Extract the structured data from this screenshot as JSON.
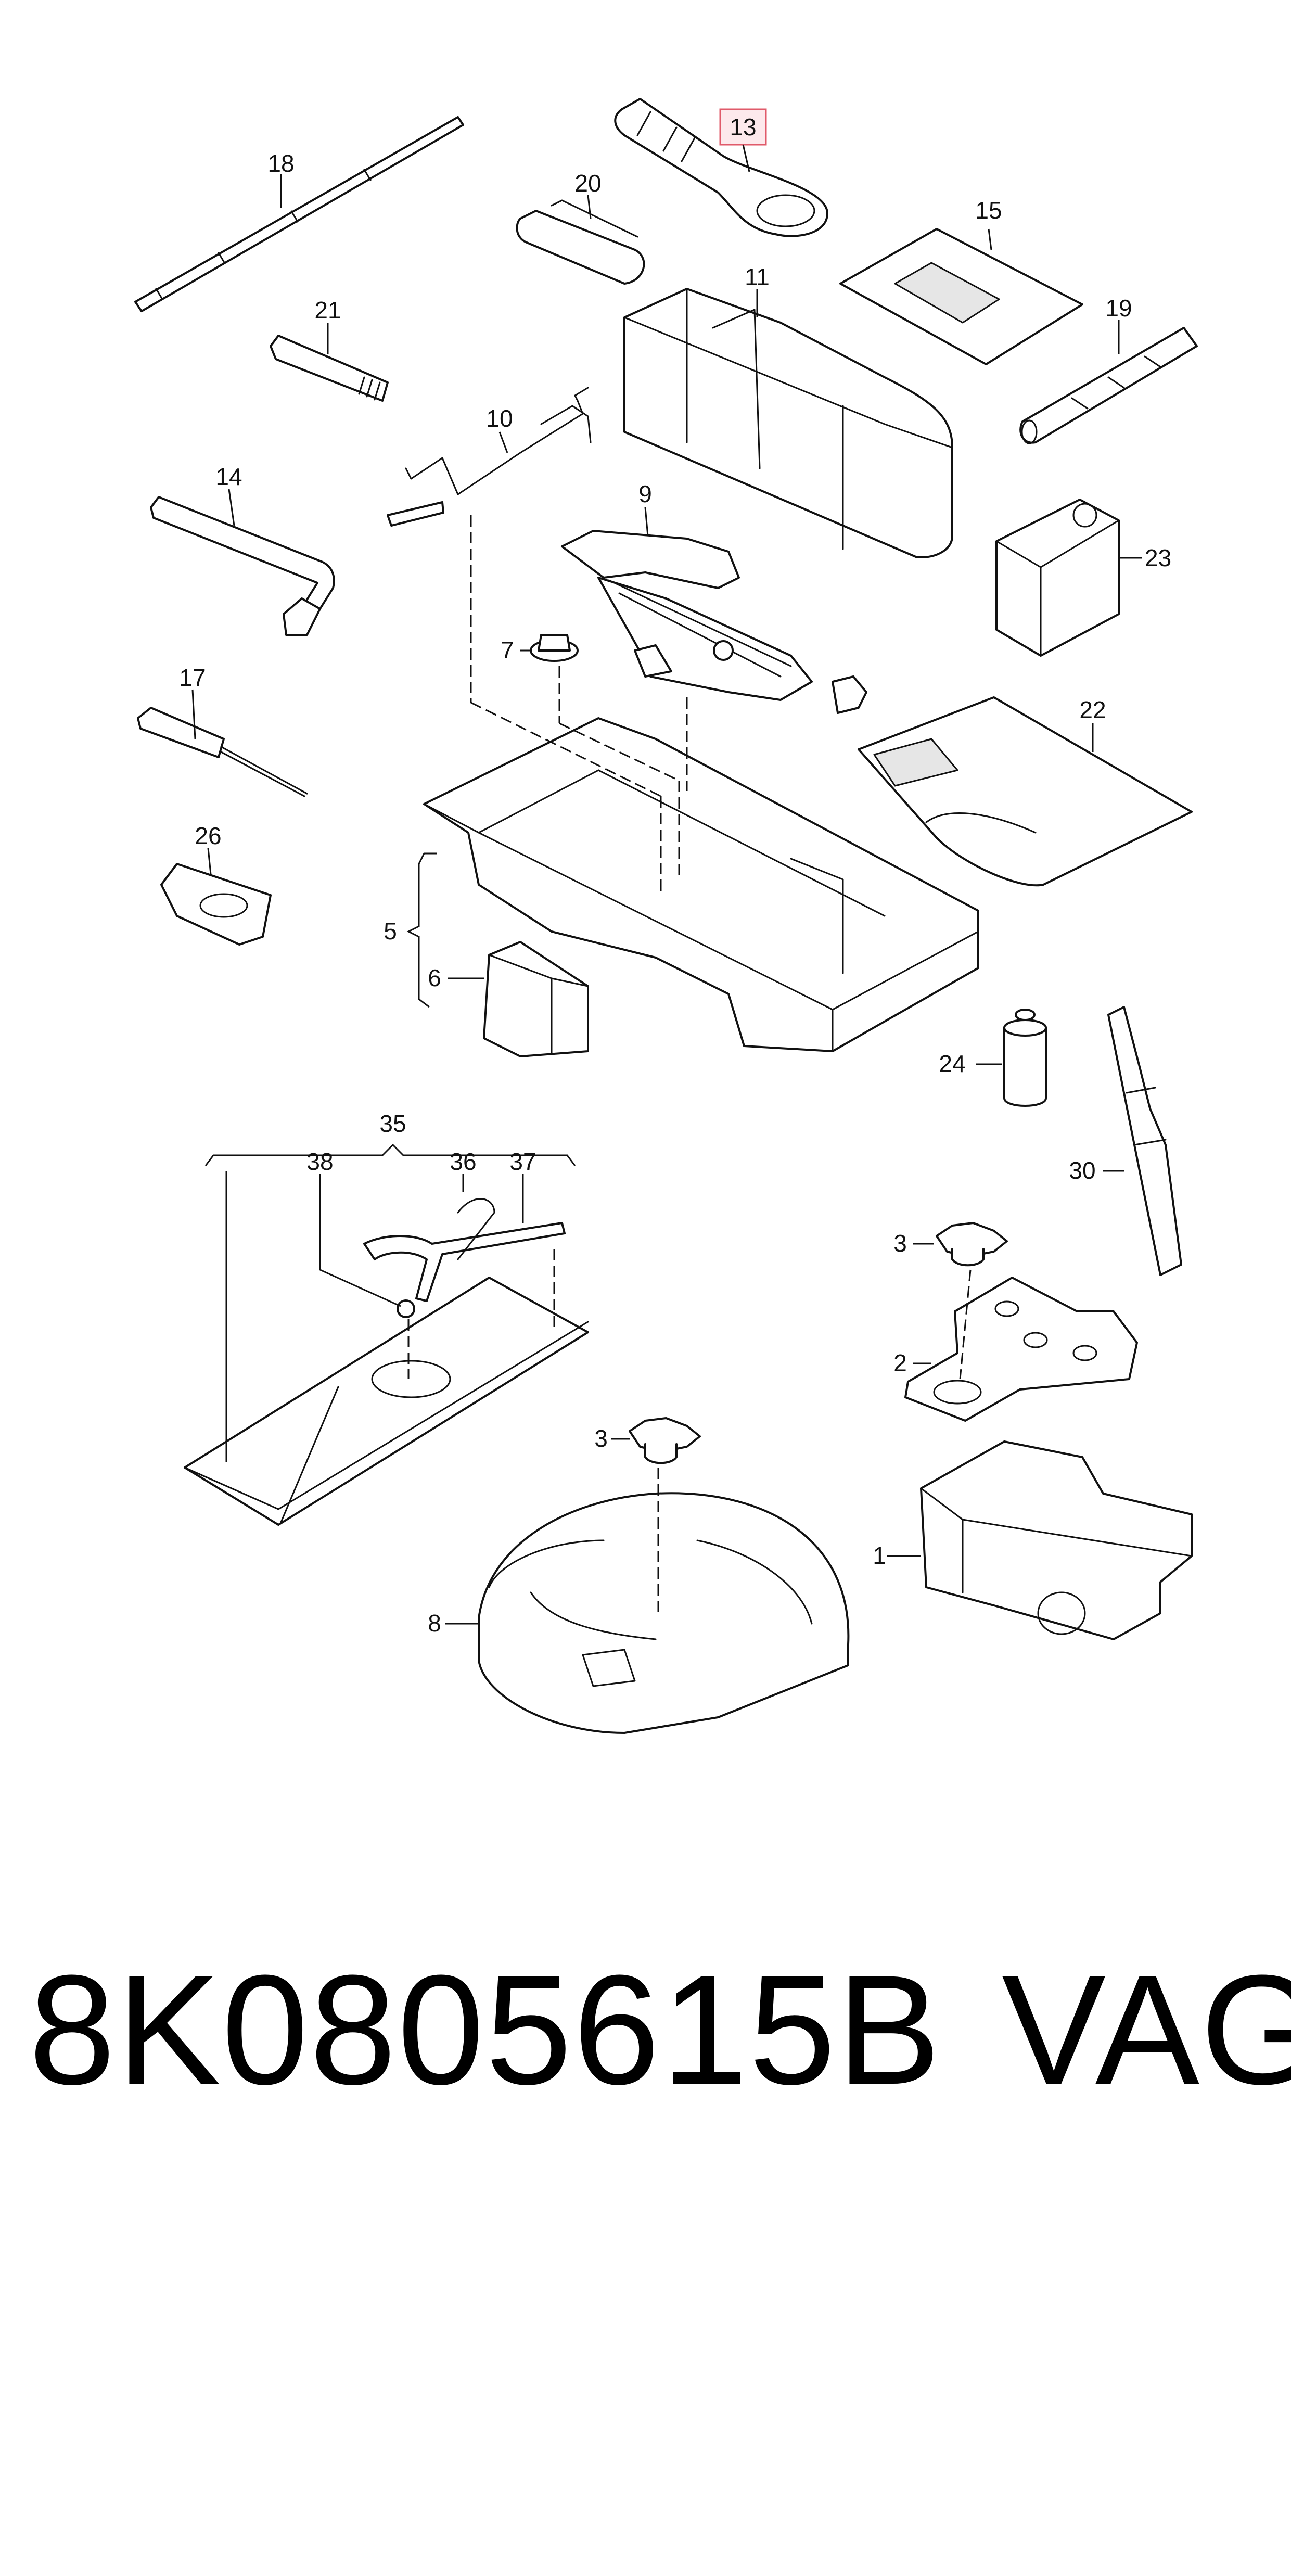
{
  "diagram": {
    "callouts": [
      {
        "id": "c13",
        "text": "13",
        "highlighted": true
      },
      {
        "id": "c18",
        "text": "18"
      },
      {
        "id": "c20",
        "text": "20"
      },
      {
        "id": "c15",
        "text": "15"
      },
      {
        "id": "c11",
        "text": "11"
      },
      {
        "id": "c19",
        "text": "19"
      },
      {
        "id": "c21",
        "text": "21"
      },
      {
        "id": "c10",
        "text": "10"
      },
      {
        "id": "c14",
        "text": "14"
      },
      {
        "id": "c9",
        "text": "9"
      },
      {
        "id": "c23",
        "text": "23"
      },
      {
        "id": "c7",
        "text": "7"
      },
      {
        "id": "c17",
        "text": "17"
      },
      {
        "id": "c22",
        "text": "22"
      },
      {
        "id": "c26",
        "text": "26"
      },
      {
        "id": "c5",
        "text": "5"
      },
      {
        "id": "c6",
        "text": "6"
      },
      {
        "id": "c24",
        "text": "24"
      },
      {
        "id": "c35",
        "text": "35"
      },
      {
        "id": "c38",
        "text": "38"
      },
      {
        "id": "c36",
        "text": "36"
      },
      {
        "id": "c37",
        "text": "37"
      },
      {
        "id": "c30",
        "text": "30"
      },
      {
        "id": "c3a",
        "text": "3"
      },
      {
        "id": "c2",
        "text": "2"
      },
      {
        "id": "c3b",
        "text": "3"
      },
      {
        "id": "c1",
        "text": "1"
      },
      {
        "id": "c8",
        "text": "8"
      }
    ],
    "highlight_color": "#e05a6a"
  },
  "caption": {
    "part_number": "8K0805615B",
    "brand": "VAG"
  }
}
